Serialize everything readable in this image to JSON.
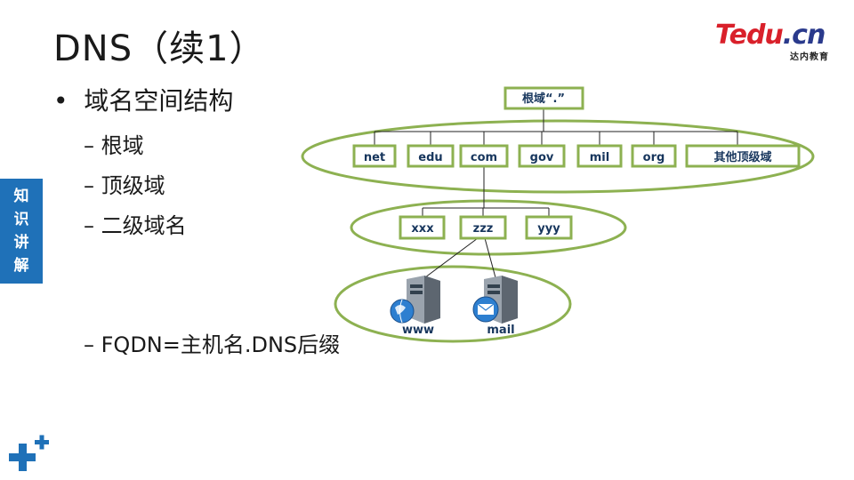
{
  "slide": {
    "title": "DNS（续1）",
    "logo": {
      "main": "Tedu",
      "tld": ".cn",
      "sub": "达内教育"
    },
    "side_tab": [
      "知",
      "识",
      "讲",
      "解"
    ],
    "bullet": "域名空间结构",
    "sub_items": [
      "– 根域",
      "– 顶级域",
      "– 二级域名",
      "– FQDN=主机名.DNS后缀"
    ]
  },
  "diagram": {
    "root": "根域“.”",
    "tlds": [
      "net",
      "edu",
      "com",
      "gov",
      "mil",
      "org",
      "其他顶级域"
    ],
    "second_level": [
      "xxx",
      "zzz",
      "yyy"
    ],
    "hosts": [
      {
        "label": "www",
        "icon": "web-server-icon"
      },
      {
        "label": "mail",
        "icon": "mail-server-icon"
      }
    ],
    "colors": {
      "box_border": "#8db151",
      "node_text": "#17365d",
      "side_tab": "#1f71b8",
      "logo_red": "#d9202a",
      "logo_blue": "#2a3a8c"
    }
  }
}
